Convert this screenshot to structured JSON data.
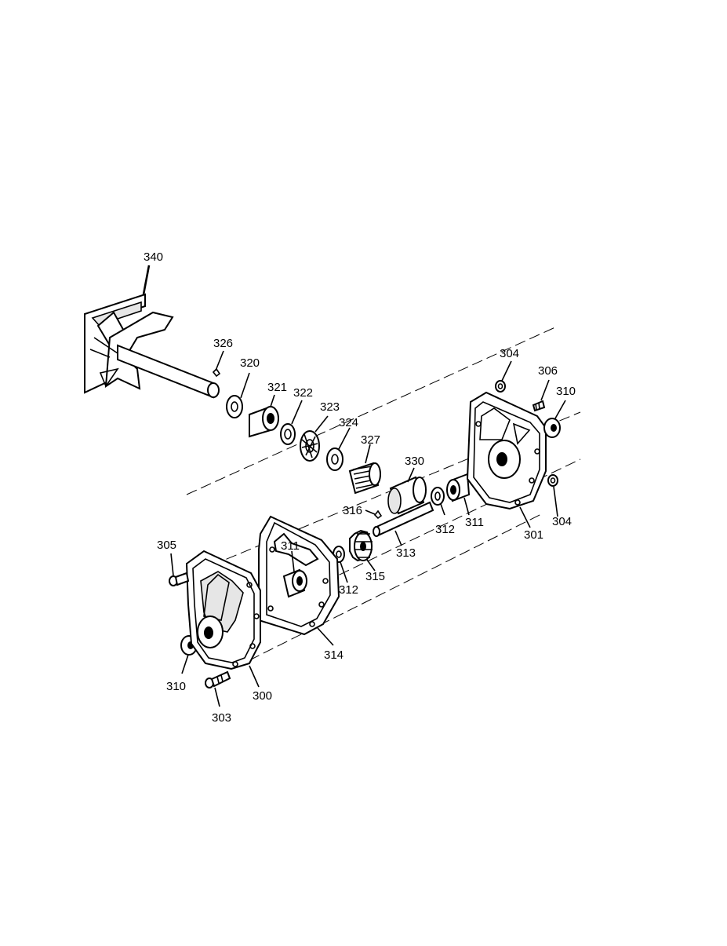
{
  "callouts": {
    "c340": "340",
    "c326": "326",
    "c320": "320",
    "c321": "321",
    "c322": "322",
    "c323": "323",
    "c324": "324",
    "c327": "327",
    "c330": "330",
    "c316": "316",
    "c313": "313",
    "c315": "315",
    "c312a": "312",
    "c312b": "312",
    "c311a": "311",
    "c311b": "311",
    "c314": "314",
    "c305": "305",
    "c310a": "310",
    "c310b": "310",
    "c300": "300",
    "c303": "303",
    "c301": "301",
    "c304a": "304",
    "c304b": "304",
    "c306": "306"
  }
}
